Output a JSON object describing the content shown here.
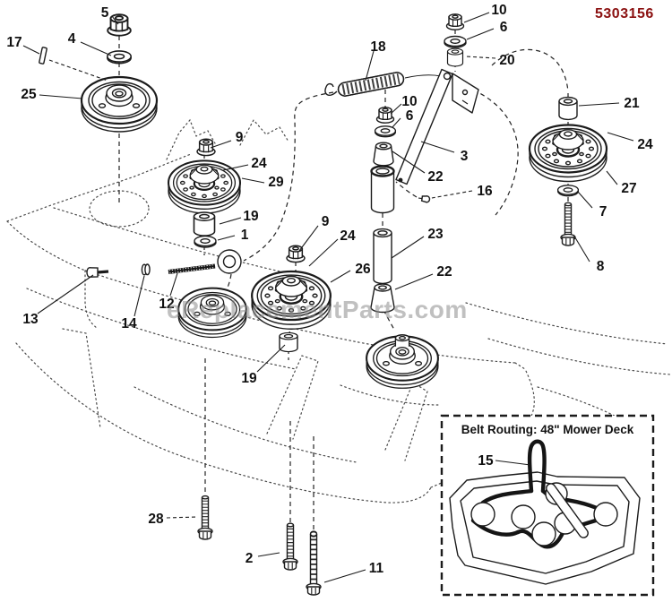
{
  "page": {
    "part_number": "5303156",
    "watermark": "eReplacementParts.com"
  },
  "inset": {
    "title": "Belt Routing: 48\" Mower Deck",
    "belt_callout": "15"
  },
  "callouts": {
    "nut_5": "5",
    "washer_4": "4",
    "key_17": "17",
    "pulley_25": "25",
    "nut_9a": "9",
    "flange_24a": "24",
    "pulley_29": "29",
    "spacer_19a": "19",
    "washer_1": "1",
    "bolt_13": "13",
    "washer_14": "14",
    "eyebolt_12": "12",
    "spring_18": "18",
    "nut_10a": "10",
    "washer_6a": "6",
    "spacer_20": "20",
    "nut_10b": "10",
    "washer_6b": "6",
    "bushing_22a": "22",
    "arm_3": "3",
    "screw_16": "16",
    "spacer_21": "21",
    "flange_24b": "24",
    "pulley_27": "27",
    "washer_7": "7",
    "bolt_8": "8",
    "tube_23": "23",
    "nut_9b": "9",
    "flange_24c": "24",
    "pulley_26": "26",
    "bushing_22b": "22",
    "spacer_19b": "19",
    "bolt_28": "28",
    "bolt_2": "2",
    "bolt_11": "11"
  }
}
